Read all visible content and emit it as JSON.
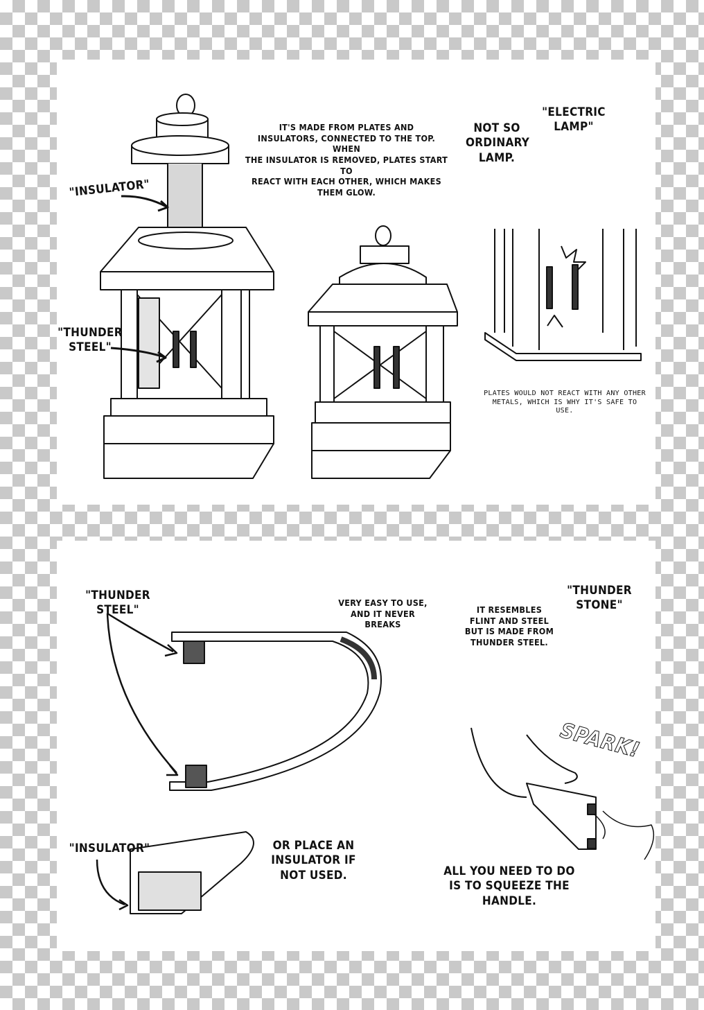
{
  "top_panel": {
    "description": "IT'S MADE FROM PLATES AND\nINSULATORS, CONNECTED TO THE TOP. WHEN\nTHE INSULATOR IS REMOVED, PLATES START TO\nREACT WITH EACH OTHER, WHICH MAKES\nTHEM GLOW.",
    "not_so": "NOT SO\nORDINARY\nLAMP.",
    "electric_lamp": "\"ELECTRIC\nLAMP\"",
    "insulator_label": "\"INSULATOR\"",
    "thunder_steel_label": "\"THUNDER\nSTEEL\"",
    "safety_note": "PLATES WOULD NOT REACT WITH ANY OTHER\nMETALS, WHICH IS WHY IT'S SAFE TO USE."
  },
  "bottom_panel": {
    "thunder_steel_label": "\"THUNDER STEEL\"",
    "easy": "VERY EASY TO USE,\nAND IT NEVER\nBREAKS",
    "resembles": "IT RESEMBLES\nFLINT AND STEEL\nBUT IS MADE FROM\nTHUNDER STEEL.",
    "thunder_stone": "\"THUNDER\nSTONE\"",
    "spark": "SPARK!",
    "insulator_label": "\"INSULATOR\"",
    "place_insulator": "OR PLACE AN\nINSULATOR IF\nNOT USED.",
    "squeeze": "ALL YOU NEED TO DO\nIS TO SQUEEZE THE\nHANDLE."
  }
}
